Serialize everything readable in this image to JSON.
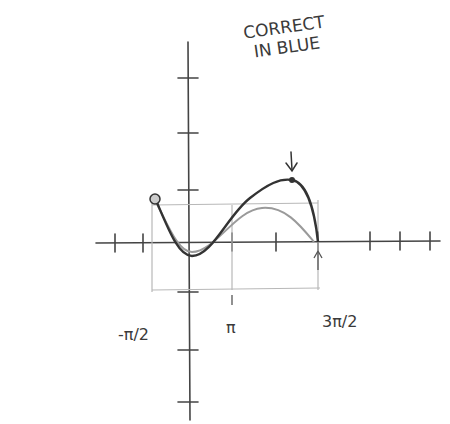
{
  "diagram": {
    "labels": [
      "CORRECT IN BLUE",
      "-π/2",
      "π",
      "3π/2"
    ]
  }
}
